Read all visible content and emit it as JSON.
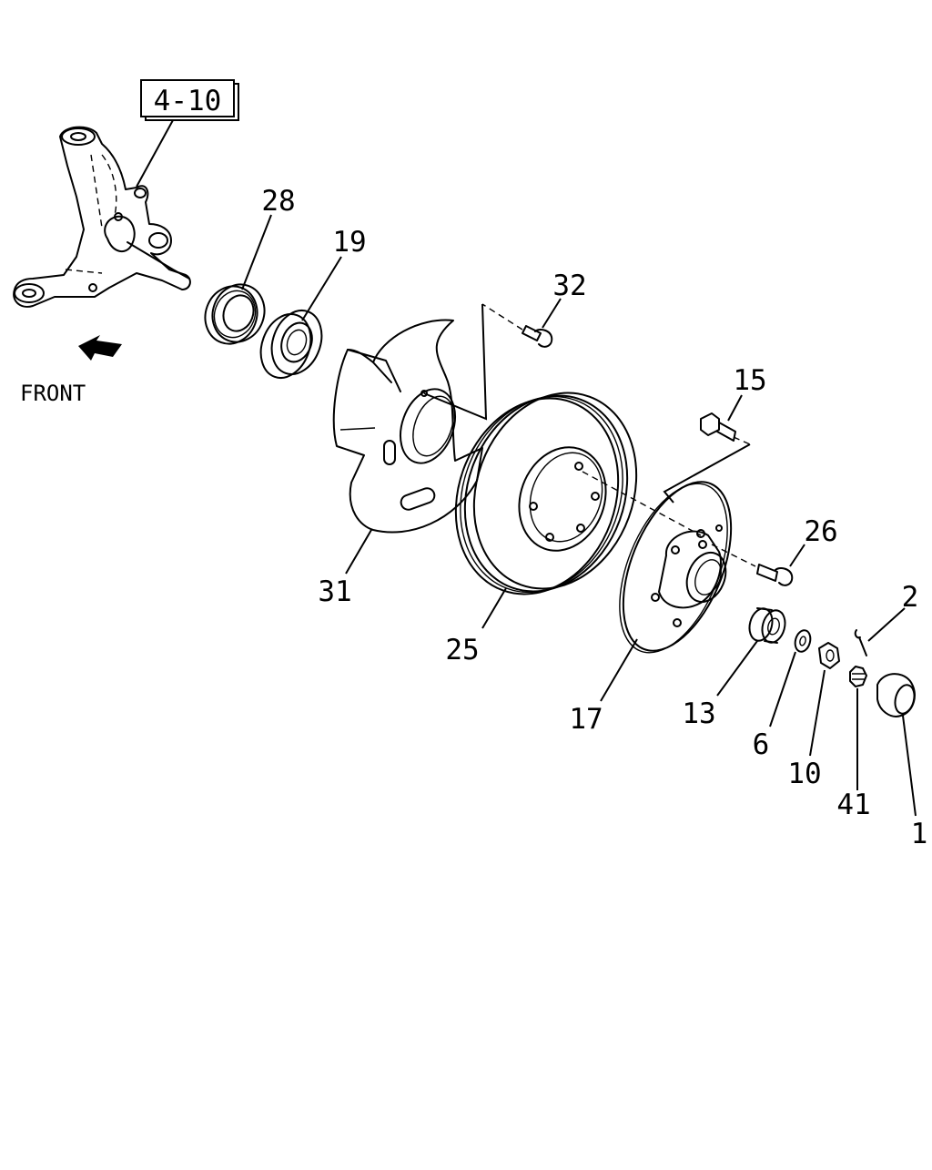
{
  "diagram": {
    "reference_box": "4-10",
    "direction_label": "FRONT",
    "callouts": [
      "28",
      "19",
      "32",
      "15",
      "26",
      "2",
      "31",
      "25",
      "17",
      "13",
      "6",
      "10",
      "41",
      "1"
    ]
  }
}
